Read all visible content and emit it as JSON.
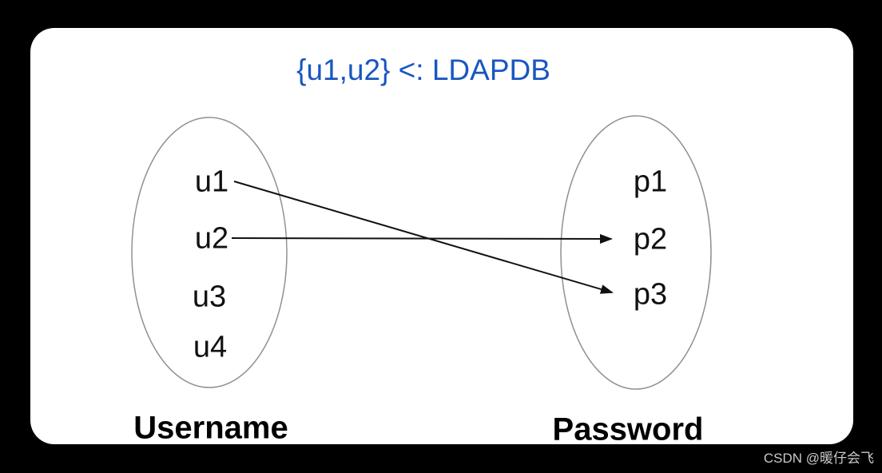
{
  "title": "{u1,u2} <: LDAPDB",
  "diagram": {
    "left_set": {
      "label": "Username",
      "items": [
        "u1",
        "u2",
        "u3",
        "u4"
      ]
    },
    "right_set": {
      "label": "Password",
      "items": [
        "p1",
        "p2",
        "p3"
      ]
    },
    "mappings": [
      {
        "from": "u1",
        "to": "p3"
      },
      {
        "from": "u2",
        "to": "p2"
      }
    ]
  },
  "colors": {
    "background": "#000000",
    "card": "#ffffff",
    "title_text": "#1857c0",
    "item_text": "#111111",
    "ellipse_stroke": "#909090",
    "arrow": "#111111",
    "watermark_text": "#c9c9c9"
  },
  "watermark": "CSDN @暖仔会飞"
}
